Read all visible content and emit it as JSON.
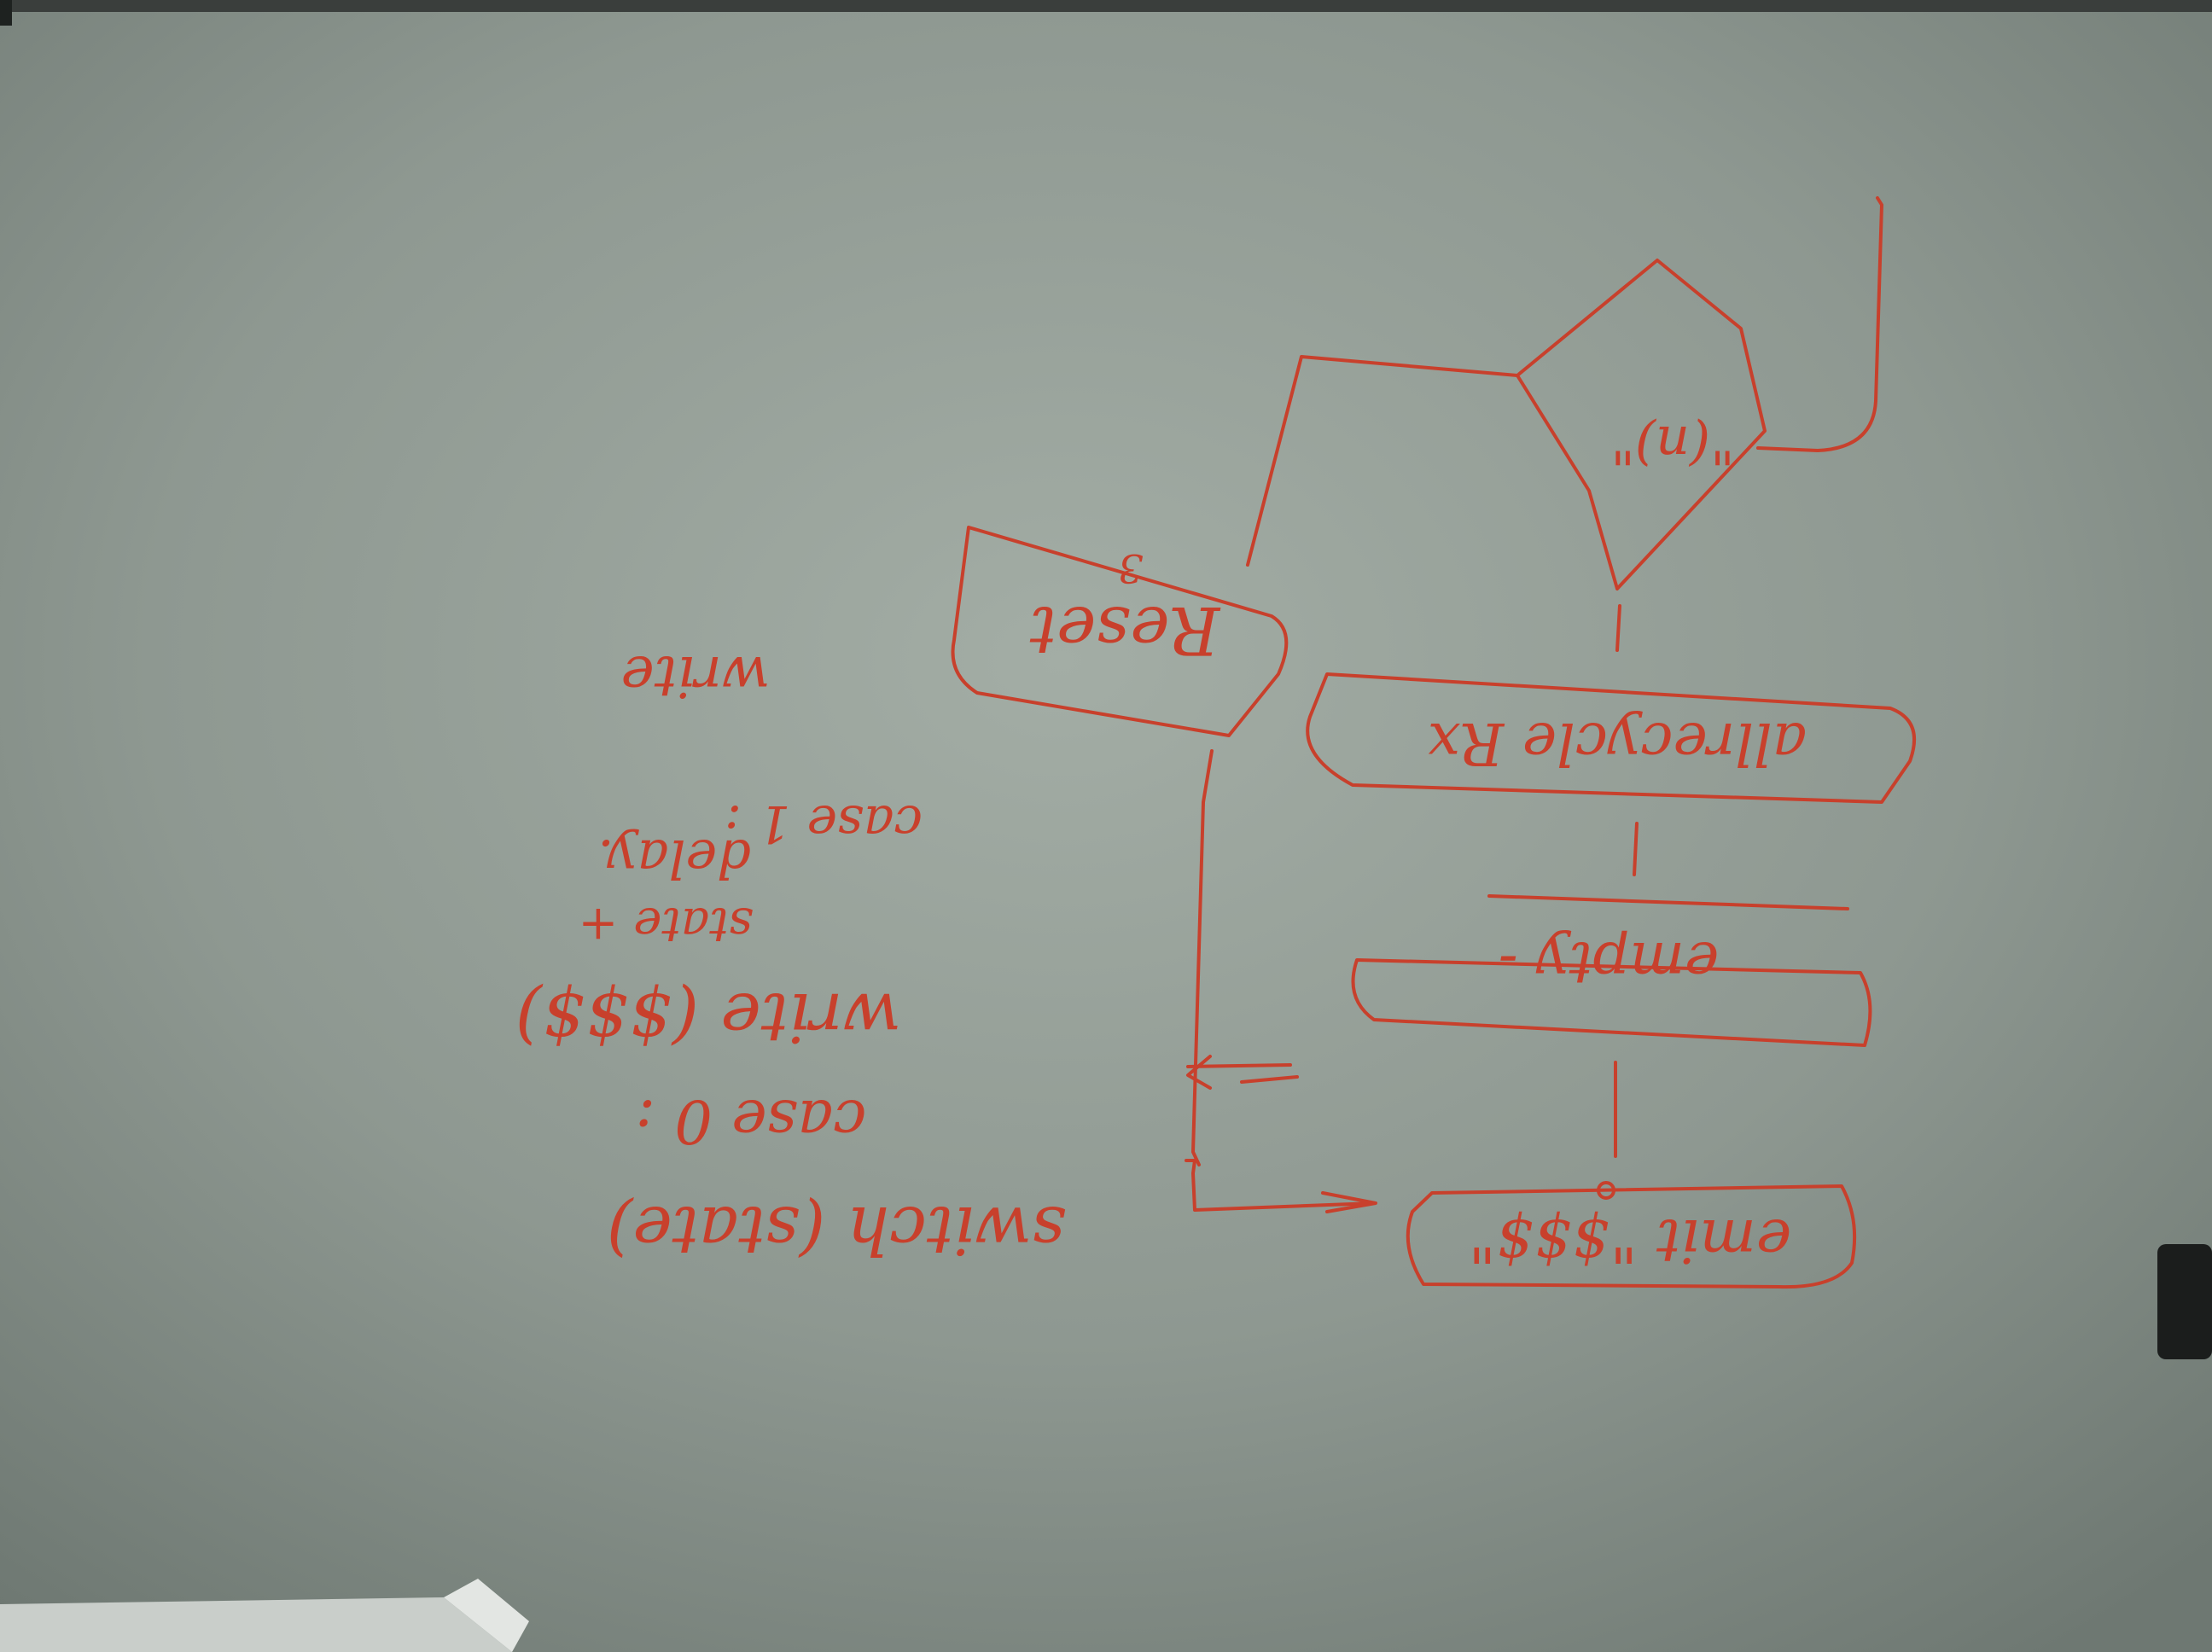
{
  "scene": {
    "kind": "whiteboard photo, rotated 180 degrees",
    "ink_color": "#c8402c",
    "board_color": "#8a948d"
  },
  "flowchart": {
    "decision": "\"(n)\"",
    "reset_box": "Reset",
    "reset_number": "3",
    "process_1": "allrecycle Rx",
    "process_2": "empty -",
    "process_3": "emit \"$$$\""
  },
  "code": {
    "line_1": "switch (state)",
    "line_2": "case 0 :",
    "line_3": "write ($$$)",
    "line_4": "state +",
    "line_5": "delay.",
    "line_6": "case 1 :",
    "line_7": "write"
  }
}
